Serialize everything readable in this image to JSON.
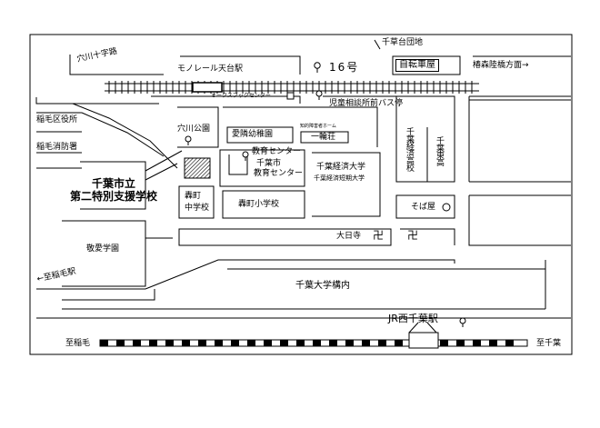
{
  "map": {
    "labels": {
      "chigusa_danchi": "千草台団地",
      "anagawa_jujiro": "穴川十字路",
      "monorail_tendai": "モノレール天台駅",
      "route16": "16号",
      "bicycle_parking": "自転車屋",
      "sakusan_rikugun": "椿森陸橋方面→",
      "oaks_book": "オークスブックセンター",
      "jidou_soudan": "児童相談所前バス停",
      "inage_ward_office": "稲毛区役所",
      "anagawa_park": "穴川公園",
      "inage_fire": "稲毛消防署",
      "aiyo_kindergarten": "愛隣幼稚園",
      "hall_small": "知的障害者ホーム",
      "ichirinsou": "一輪荘",
      "kyouiku_center_1": "教育センター",
      "chiba_city_kyouiku_1": "千葉市",
      "chiba_city_kyouiku_2": "教育センター",
      "school_name_1": "千葉市立",
      "school_name_2": "第二特別支援学校",
      "keizai_univ": "千葉経済大学",
      "keizai_junior": "千葉経済短期大学",
      "keizai_high": "千葉経済高校",
      "tokai_high": "千葉東高",
      "todoroki_jhs_1": "轟町",
      "todoroki_jhs_2": "中学校",
      "todoroki_es": "轟町小学校",
      "soba": "そば屋",
      "dainichi": "大日寺",
      "keiai": "敬愛学園",
      "to_inage_sta": "←至稲毛駅",
      "chiba_univ": "千葉大学構内",
      "jr_nishichiba": "JR西千葉駅",
      "to_inage": "至稲毛",
      "to_chiba": "至千葉",
      "temple_mark": "卍"
    }
  }
}
